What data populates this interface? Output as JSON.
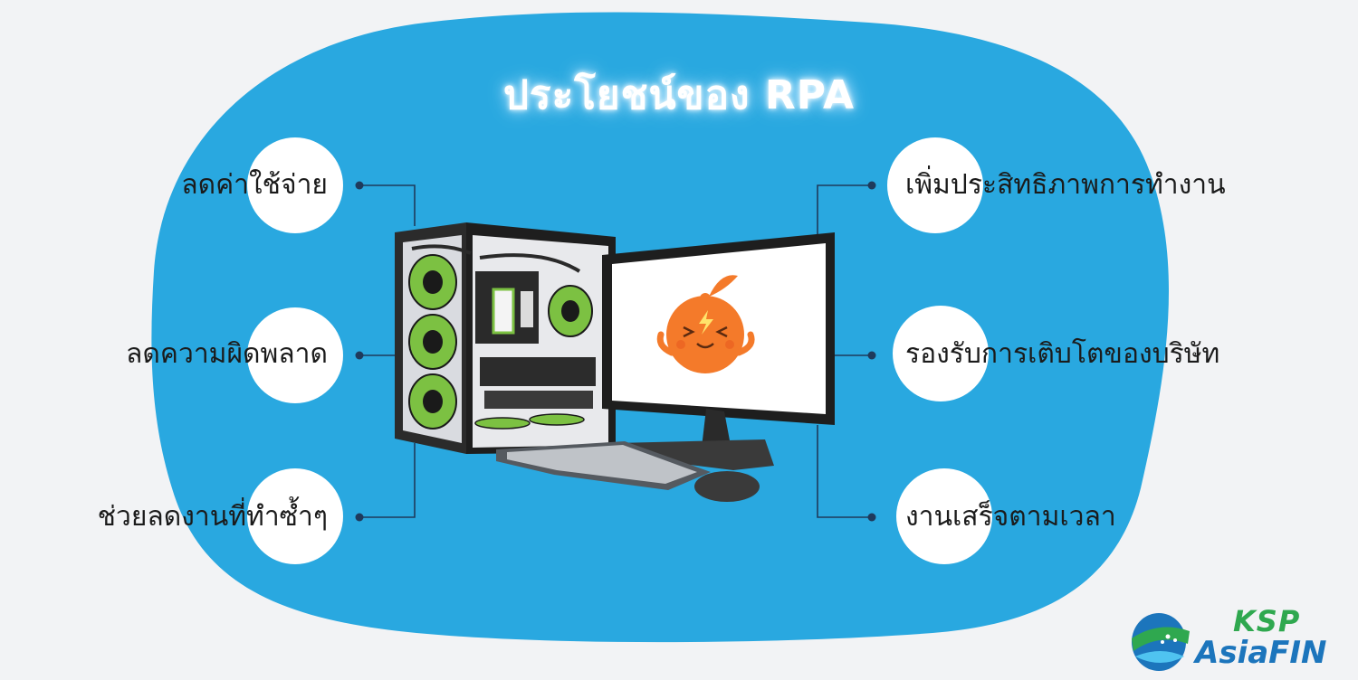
{
  "title": "ประโยชน์ของ RPA",
  "benefits_left": [
    {
      "label": "ลดค่าใช้จ่าย"
    },
    {
      "label": "ลดความผิดพลาด"
    },
    {
      "label": "ช่วยลดงานที่ทำซ้ำๆ"
    }
  ],
  "benefits_right": [
    {
      "label": "เพิ่มประสิทธิภาพการทำงาน"
    },
    {
      "label": "รองรับการเติบโตของบริษัท"
    },
    {
      "label": "งานเสร็จตามเวลา"
    }
  ],
  "logo": {
    "line1": "KSP",
    "line2": "AsiaFIN"
  },
  "colors": {
    "blob": "#29a8e0",
    "connector": "#1f3a5c",
    "fan_green": "#7cc142",
    "mascot_orange": "#f47a2a",
    "logo_green": "#2fa84f",
    "logo_blue": "#1c75bc"
  },
  "icons": {
    "center": "desktop-computer-icon",
    "mascot": "orange-mascot-icon"
  }
}
